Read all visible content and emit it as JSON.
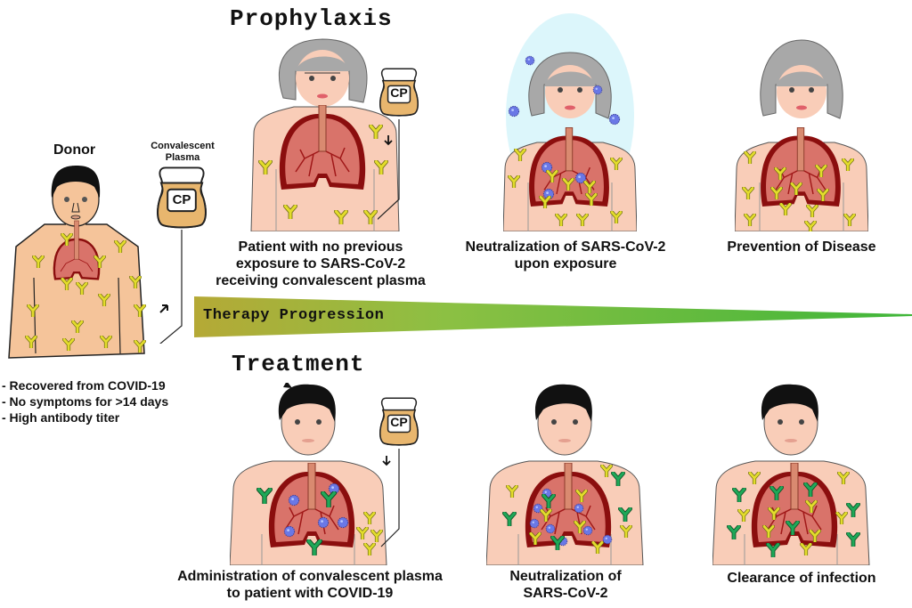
{
  "sections": {
    "prophylaxis": {
      "title": "Prophylaxis"
    },
    "treatment": {
      "title": "Treatment"
    }
  },
  "donor": {
    "label": "Donor",
    "criteria": [
      "- Recovered from COVID-19",
      "- No symptoms for >14 days",
      "- High antibody titer"
    ]
  },
  "plasma_bag": {
    "title_line1": "Convalescent",
    "title_line2": "Plasma",
    "bag_label": "CP"
  },
  "progression": {
    "label": "Therapy Progression",
    "gradient_start": "#b5a936",
    "gradient_mid": "#8cc043",
    "gradient_end": "#3fb63a"
  },
  "prophylaxis_steps": [
    {
      "caption_lines": [
        "Patient with no previous",
        "exposure to SARS-CoV-2",
        "receiving convalescent plasma"
      ],
      "bag_label": "CP"
    },
    {
      "caption_lines": [
        "Neutralization of SARS-CoV-2",
        "upon exposure"
      ]
    },
    {
      "caption_lines": [
        "Prevention of Disease"
      ]
    }
  ],
  "treatment_steps": [
    {
      "caption_lines": [
        "Administration of convalescent plasma",
        "to patient with COVID-19"
      ],
      "bag_label": "CP"
    },
    {
      "caption_lines": [
        "Neutralization of",
        "SARS-CoV-2"
      ]
    },
    {
      "caption_lines": [
        "Clearance of infection"
      ]
    }
  ],
  "colors": {
    "skin_donor": "#f5c49a",
    "skin_patient": "#f9cdb8",
    "lung_outline": "#8b0e0e",
    "lung_fill": "#d9736a",
    "antibody_yellow": "#e3dc2c",
    "antibody_green": "#1fa858",
    "virus": "#6a78e6",
    "plasma": "#e8b66e",
    "hair_gray": "#a8a8a8",
    "hair_black": "#111111",
    "exposure_halo": "#dcf6fb"
  }
}
